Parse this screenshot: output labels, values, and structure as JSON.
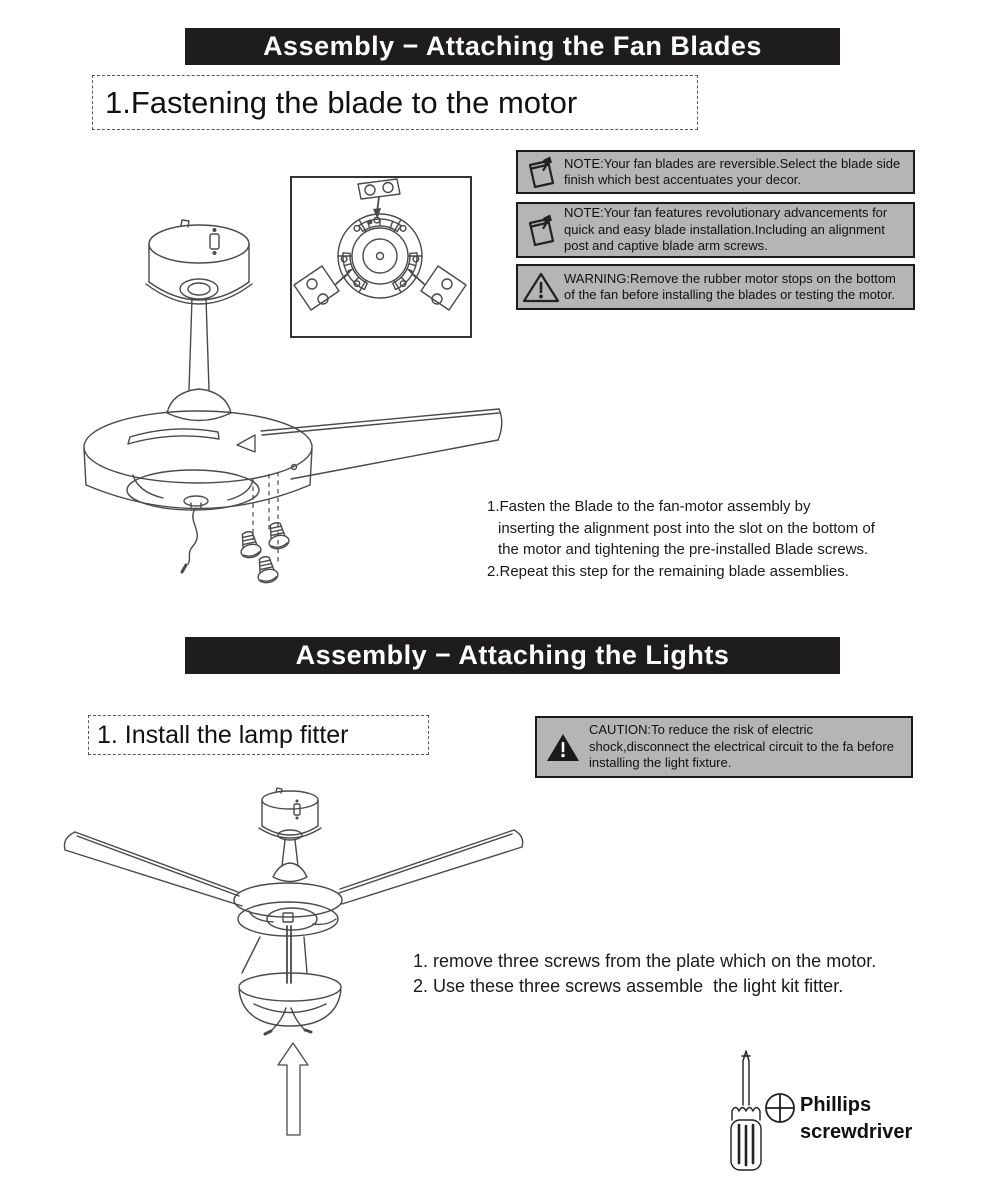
{
  "colors": {
    "banner_bg": "#1f1c1d",
    "banner_text": "#ffffff",
    "notice_bg": "#b5b5b5",
    "notice_border": "#1a1a1a",
    "line_art": "#4a4a4a",
    "text": "#1a1a1a"
  },
  "section1": {
    "banner": "Assembly − Attaching the Fan Blades",
    "step_title": "1.Fastening the blade to the motor",
    "notes": [
      {
        "icon": "note-pad",
        "text": "NOTE:Your fan blades are reversible.Select the blade side finish which best accentuates your decor."
      },
      {
        "icon": "note-pad",
        "text": "NOTE:Your fan features revolutionary advancements for quick and easy blade installation.Including an alignment post and captive blade arm screws."
      },
      {
        "icon": "warning-triangle",
        "text": "WARNING:Remove the rubber motor stops on the bottom of the fan before installing the blades or testing the motor."
      }
    ],
    "instructions": [
      "1.Fasten the Blade to the fan-motor assembly by",
      "inserting the alignment post into the slot on the bottom of",
      "the motor and tightening the pre-installed Blade screws.",
      "2.Repeat this step for the remaining blade assemblies."
    ]
  },
  "section2": {
    "banner": "Assembly − Attaching the Lights",
    "step_title": "1. Install the lamp fitter",
    "caution": {
      "icon": "warning-triangle-filled",
      "text": "CAUTION:To reduce the risk of electric shock,disconnect the electrical circuit to the fa before installing the light fixture."
    },
    "instructions": [
      "1. remove three screws from the plate which on the motor.",
      "2. Use these three screws assemble  the light kit fitter."
    ],
    "tool": {
      "label_lines": [
        "Phillips",
        "screwdriver"
      ]
    }
  }
}
